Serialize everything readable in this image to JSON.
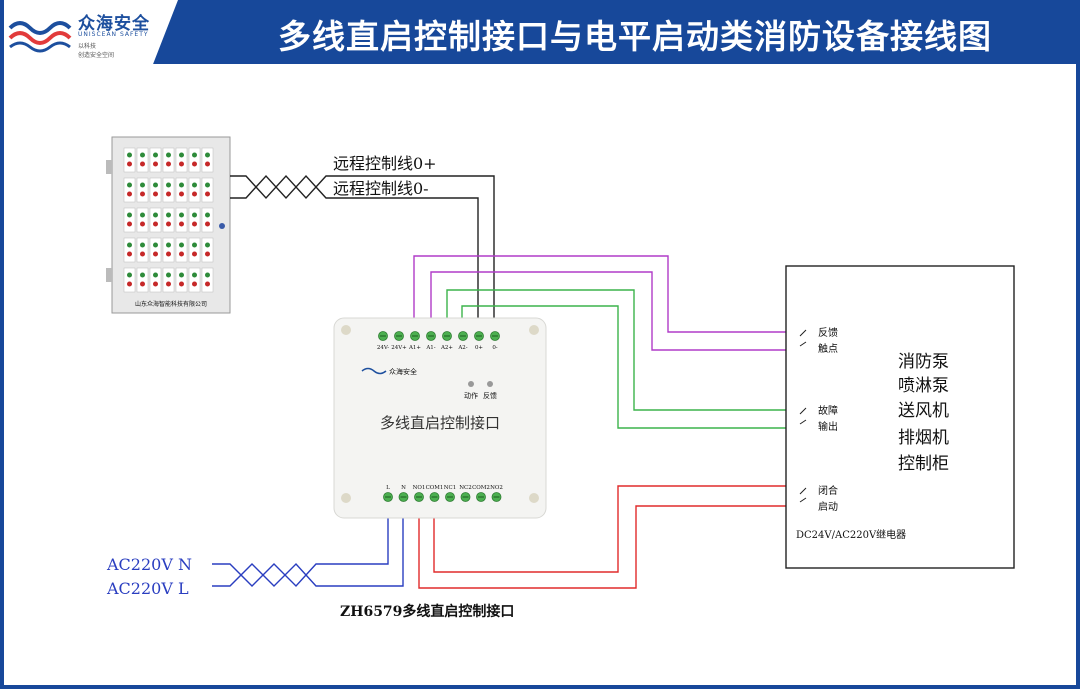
{
  "header": {
    "title": "多线直启控制接口与电平启动类消防设备接线图",
    "logo_cn": "众海安全",
    "logo_en": "UNISCEAN SAFETY",
    "logo_tag1": "以科技",
    "logo_tag2": "创造安全空间"
  },
  "colors": {
    "header_bg": "#17489a",
    "wire_black": "#222222",
    "wire_magenta": "#b03cc8",
    "wire_green": "#3cb44b",
    "wire_red": "#e02b2b",
    "wire_blue": "#2a3ec0"
  },
  "panel": {
    "caption": "山东众海智能科技有限公司"
  },
  "wires": {
    "remote_plus": "远程控制线0+",
    "remote_minus": "远程控制线0-"
  },
  "module": {
    "brand": "众海安全",
    "name": "多线直启控制接口",
    "top_terminals": [
      "24V-",
      "24V+",
      "A1+",
      "A1-",
      "A2+",
      "A2-",
      "0+",
      "0-"
    ],
    "indicators": [
      "动作",
      "反馈"
    ],
    "bottom_terminals": [
      "L",
      "N",
      "NO1",
      "COM1",
      "NC1",
      "NC2",
      "COM2",
      "NO2"
    ],
    "caption": "ZH6579多线直启控制接口"
  },
  "power": {
    "n_label": "AC220V  N",
    "l_label": "AC220V  L"
  },
  "cabinet": {
    "lines": [
      "消防泵",
      "喷淋泵",
      "送风机",
      "排烟机",
      "控制柜"
    ],
    "feedback_line1": "反馈",
    "feedback_line2": "触点",
    "fault_line1": "故障",
    "fault_line2": "输出",
    "start_line1": "闭合",
    "start_line2": "启动",
    "relay": "DC24V/AC220V继电器"
  }
}
